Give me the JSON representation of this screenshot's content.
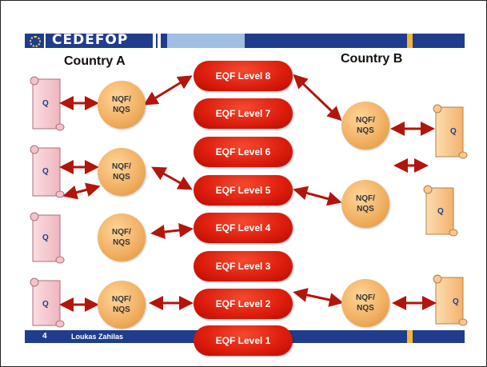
{
  "header": {
    "logo_text": "CEDEFOP",
    "eu_flag_icon": "eu-stars-icon",
    "colors": {
      "bar": "#1f3d8c",
      "light": "#9fbfe3",
      "accent": "#f2b53a"
    }
  },
  "countries": {
    "a": "Country A",
    "b": "Country B"
  },
  "eqf_levels": [
    "EQF Level 8",
    "EQF Level 7",
    "EQF Level 6",
    "EQF Level 5",
    "EQF Level 4",
    "EQF Level 3",
    "EQF Level 2",
    "EQF Level 1"
  ],
  "nqf_label": "NQF/\nNQS",
  "q_label": "Q",
  "footer": {
    "page_number": "4",
    "author": "Loukas Zahilas"
  },
  "colors": {
    "eqf": "#dc1c0c",
    "nqf": "#f0ad5e",
    "q_a": "#f6c9cf",
    "q_b": "#f8c48a",
    "arrow": "#b3150c"
  }
}
